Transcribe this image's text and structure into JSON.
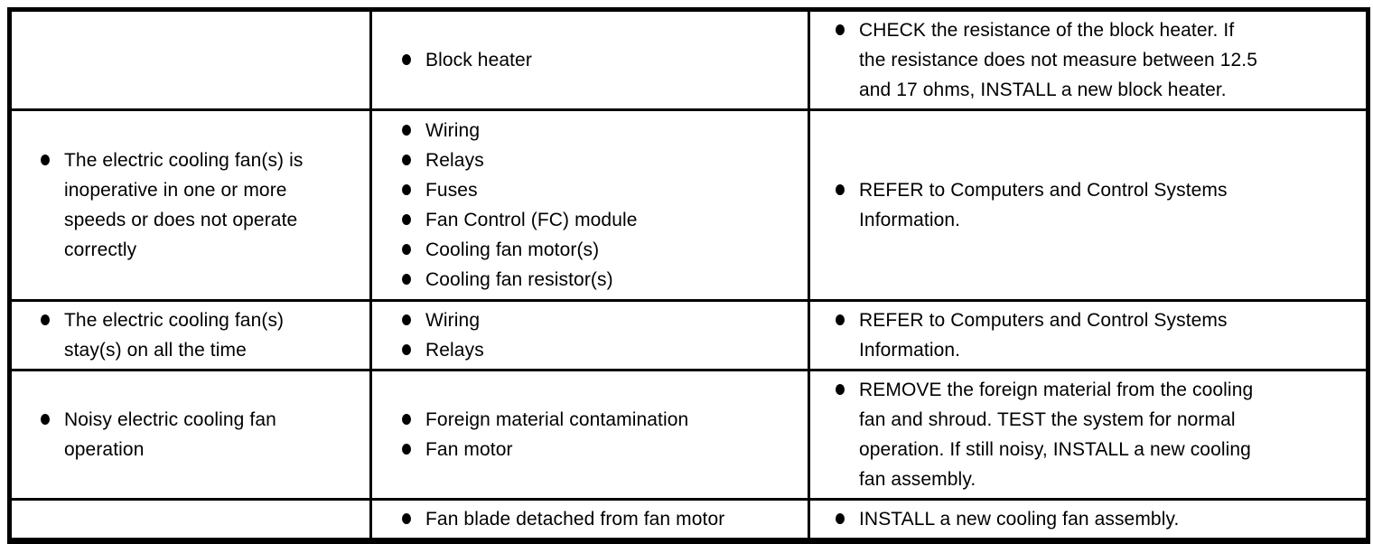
{
  "page": {
    "background_color": "#ffffff",
    "line_color": "#000000",
    "text_color": "#000000"
  },
  "table": {
    "description": "symptom-diagnosis-chart",
    "rows": [
      {
        "condition": [],
        "sources": [
          "Block heater"
        ],
        "action": [
          "CHECK the resistance of the block heater. If the resistance does not measure between 12.5 and 17 ohms, INSTALL a new block heater."
        ]
      },
      {
        "condition": [
          "The electric cooling fan(s) is inoperative in one or more speeds or does not operate correctly"
        ],
        "sources": [
          "Wiring",
          "Relays",
          "Fuses",
          "Fan Control (FC) module",
          "Cooling fan motor(s)",
          "Cooling fan resistor(s)"
        ],
        "action": [
          "REFER to Computers and Control Systems Information."
        ]
      },
      {
        "condition": [
          "The electric cooling fan(s) stay(s) on all the time"
        ],
        "sources": [
          "Wiring",
          "Relays"
        ],
        "action": [
          "REFER to Computers and Control Systems Information."
        ]
      },
      {
        "condition": [
          "Noisy electric cooling fan operation"
        ],
        "sources": [
          "Foreign material contamination",
          "Fan motor"
        ],
        "action": [
          "REMOVE the foreign material from the cooling fan and shroud. TEST the system for normal operation. If still noisy, INSTALL a new cooling fan assembly."
        ]
      },
      {
        "condition": [],
        "sources": [
          "Fan blade detached from fan motor"
        ],
        "action": [
          "INSTALL a new cooling fan assembly."
        ]
      }
    ]
  }
}
